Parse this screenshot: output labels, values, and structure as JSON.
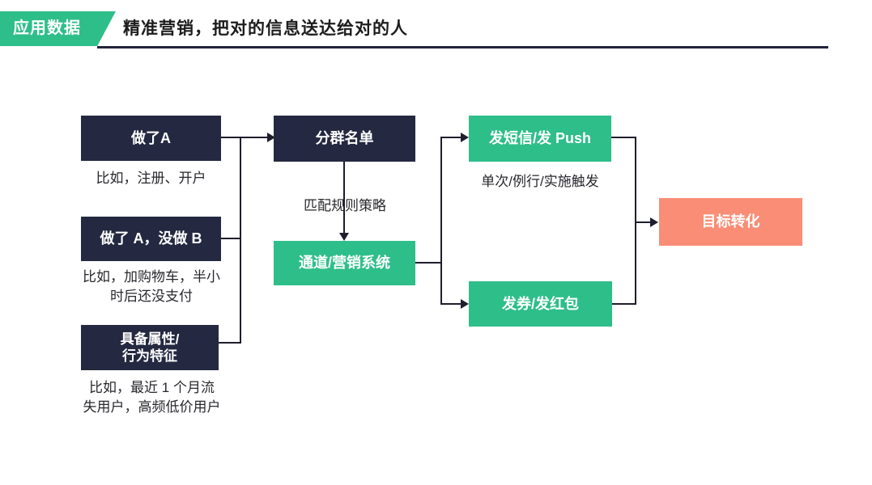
{
  "header": {
    "badge": "应用数据",
    "title": "精准营销，把对的信息送达给对的人"
  },
  "colors": {
    "green": "#2EBE8A",
    "dark_navy": "#242840",
    "coral": "#F98D75",
    "line": "#1E1E2E"
  },
  "diagram": {
    "nodes": {
      "did_a": {
        "label": "做了A",
        "caption": "比如，注册、开户"
      },
      "did_a_not_b": {
        "label": "做了 A，没做 B",
        "caption": "比如，加购物车，半小\n时后还没支付"
      },
      "attributes": {
        "label": "具备属性/\n行为特征",
        "caption": "比如，最近 1 个月流\n失用户，高频低价用户"
      },
      "segment_list": {
        "label": "分群名单"
      },
      "channel_system": {
        "label": "通道/营销系统"
      },
      "send_sms_push": {
        "label": "发短信/发 Push",
        "caption": "单次/例行/实施触发"
      },
      "send_coupon": {
        "label": "发券/发红包"
      },
      "goal_conversion": {
        "label": "目标转化"
      }
    },
    "edge_labels": {
      "match_rules": "匹配规则策略"
    }
  }
}
